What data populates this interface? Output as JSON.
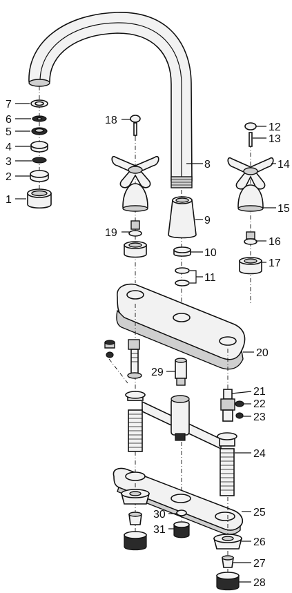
{
  "labels": {
    "l1": "1",
    "l2": "2",
    "l3": "3",
    "l4": "4",
    "l5": "5",
    "l6": "6",
    "l7": "7",
    "l8": "8",
    "l9": "9",
    "l10": "10",
    "l11": "11",
    "l12": "12",
    "l13": "13",
    "l14": "14",
    "l15": "15",
    "l16": "16",
    "l17": "17",
    "l18": "18",
    "l19": "19",
    "l20": "20",
    "l21": "21",
    "l22": "22",
    "l23": "23",
    "l24": "24",
    "l25": "25",
    "l26": "26",
    "l27": "27",
    "l28": "28",
    "l29": "29",
    "l30": "30",
    "l31": "31"
  }
}
